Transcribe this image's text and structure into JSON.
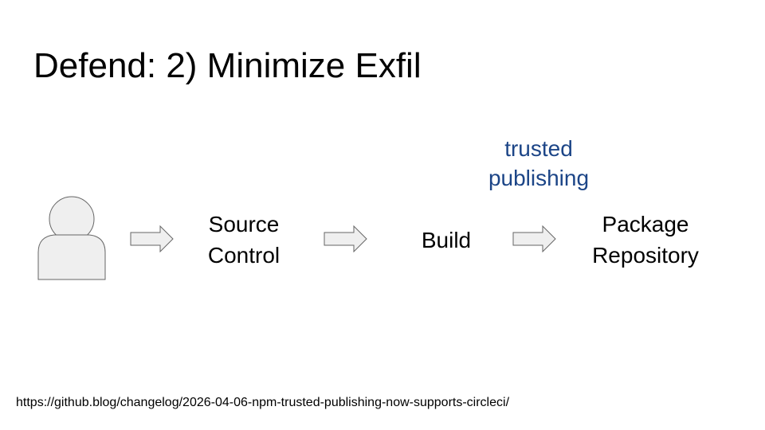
{
  "slide": {
    "title": "Defend: 2) Minimize Exfil",
    "annotation": "trusted\npublishing",
    "stages": [
      {
        "label": "Source\nControl"
      },
      {
        "label": "Build"
      },
      {
        "label": "Package\nRepository"
      }
    ],
    "footer_url": "https://github.blog/changelog/2026-04-06-npm-trusted-publishing-now-supports-circleci/"
  },
  "icons": {
    "person": "person-icon",
    "arrow": "right-arrow-icon"
  },
  "colors": {
    "annotation_text": "#1c4587",
    "shape_fill": "#efefef",
    "shape_stroke": "#666666",
    "text": "#000000",
    "background": "#ffffff"
  }
}
